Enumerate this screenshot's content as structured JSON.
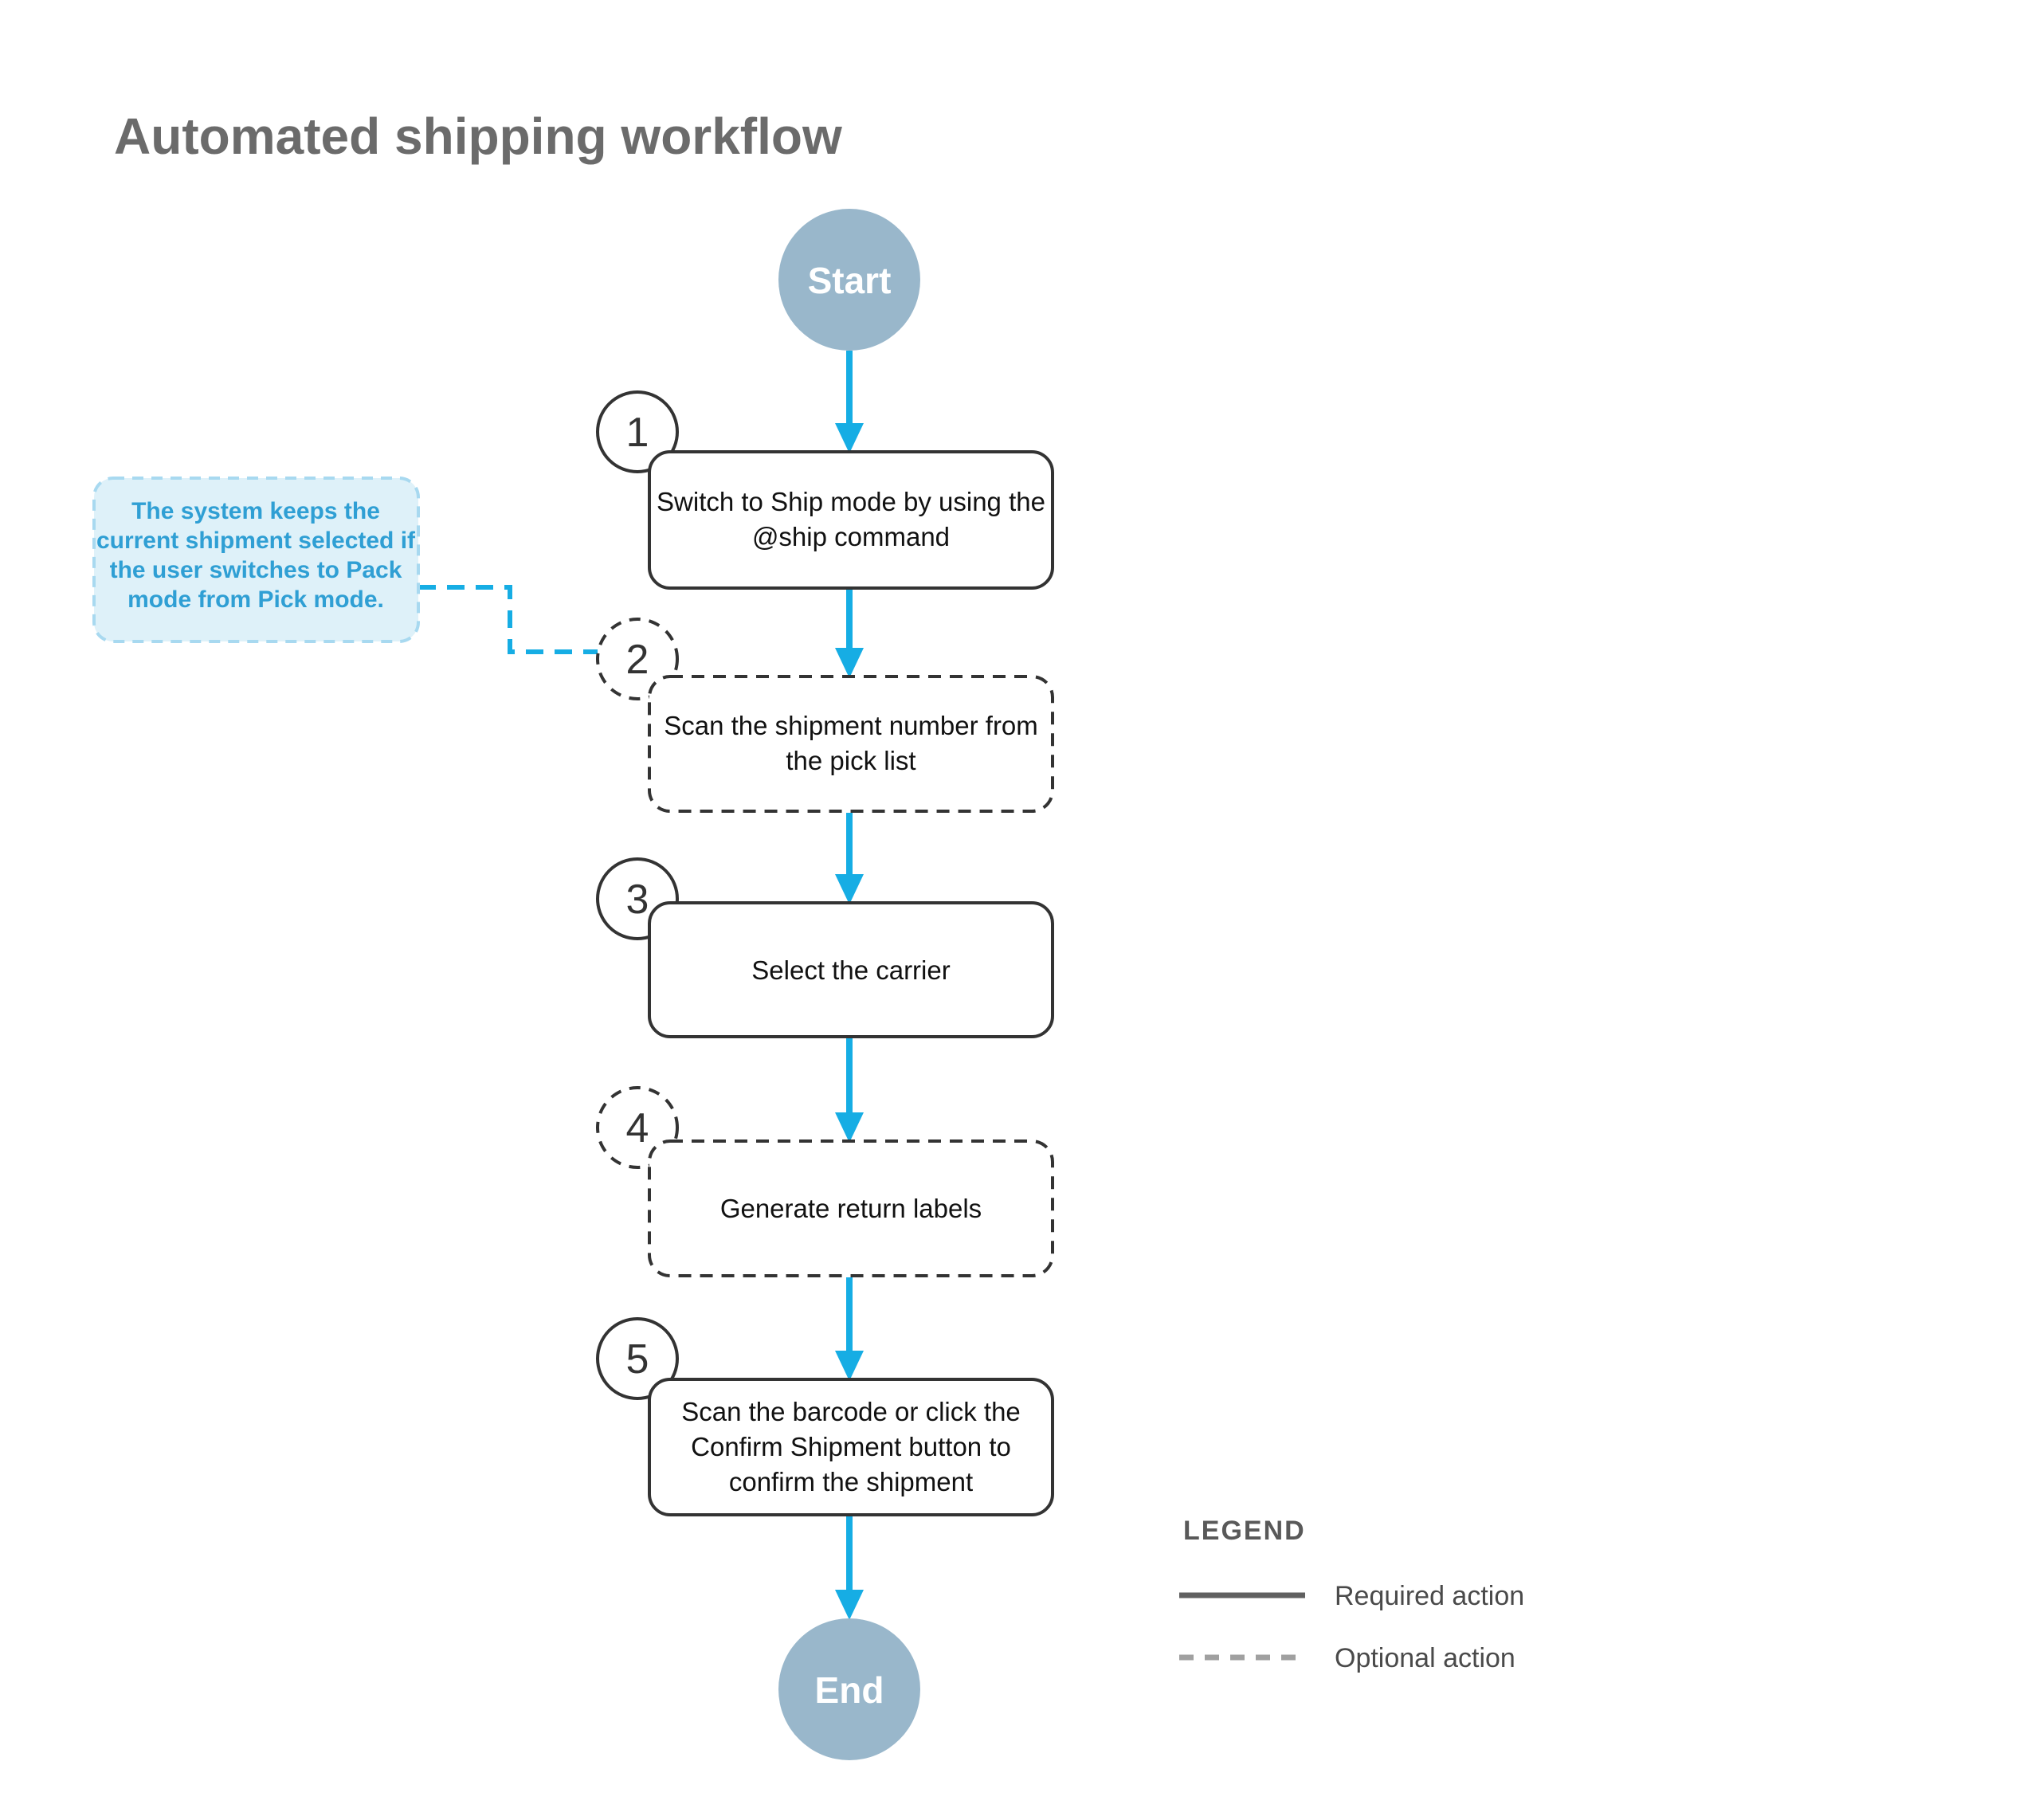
{
  "title": "Automated shipping workflow",
  "flow": {
    "start_label": "Start",
    "end_label": "End",
    "steps": [
      {
        "number": "1",
        "type": "required",
        "lines": [
          "Switch to Ship mode by using the",
          "@ship command"
        ]
      },
      {
        "number": "2",
        "type": "optional",
        "lines": [
          "Scan the shipment number from",
          "the pick list"
        ]
      },
      {
        "number": "3",
        "type": "required",
        "lines": [
          "Select the carrier"
        ]
      },
      {
        "number": "4",
        "type": "optional",
        "lines": [
          "Generate return labels"
        ]
      },
      {
        "number": "5",
        "type": "required",
        "lines": [
          "Scan the barcode or click the",
          "Confirm Shipment button to",
          "confirm the shipment"
        ]
      }
    ]
  },
  "note": {
    "lines": [
      "The system keeps the",
      "current shipment selected if",
      "the user switches to Pack",
      "mode from Pick mode."
    ]
  },
  "legend": {
    "title": "LEGEND",
    "items": [
      {
        "label": "Required action",
        "line_style": "solid"
      },
      {
        "label": "Optional action",
        "line_style": "dashed"
      }
    ]
  },
  "colors": {
    "accent_blue": "#16ade4",
    "terminal_fill": "#99b7cb",
    "note_fill": "#def1f9",
    "note_border": "#a8d9f0",
    "note_text": "#2f9fd4",
    "outline_dark": "#333333",
    "title_gray": "#6b6b6b",
    "legend_solid_line": "#606060",
    "legend_dashed_line": "#a0a0a0"
  }
}
